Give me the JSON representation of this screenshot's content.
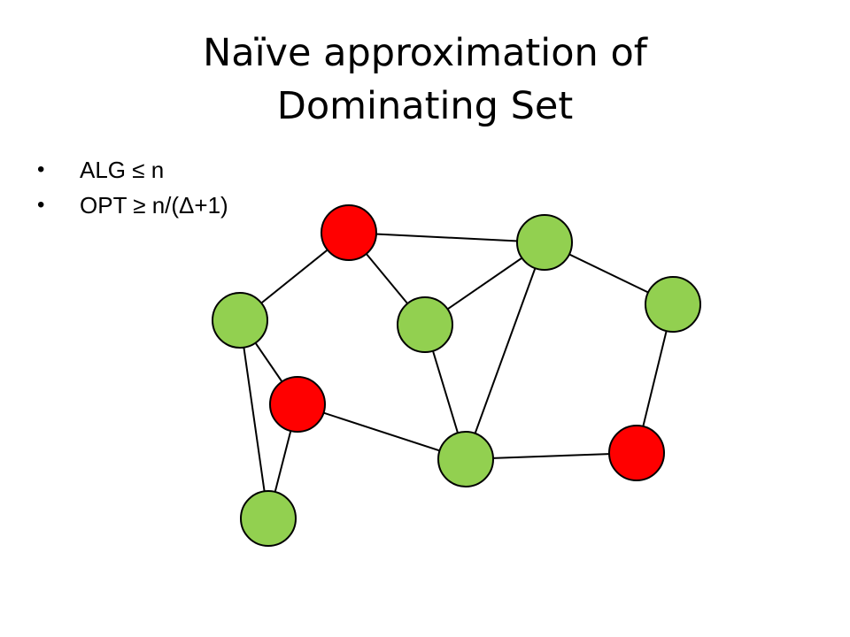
{
  "slide": {
    "title_line1": "Naïve approximation of",
    "title_line2": "Dominating Set",
    "bullets": [
      {
        "text": "ALG  ≤ n"
      },
      {
        "text": "OPT ≥ n/(Δ+1)"
      }
    ]
  },
  "graph": {
    "colors": {
      "dominating": "#ff0000",
      "other": "#92d050",
      "edge": "#000000"
    },
    "nodes": [
      {
        "id": "n1",
        "role": "dominating"
      },
      {
        "id": "n2",
        "role": "other"
      },
      {
        "id": "n3",
        "role": "other"
      },
      {
        "id": "n4",
        "role": "other"
      },
      {
        "id": "n5",
        "role": "other"
      },
      {
        "id": "n6",
        "role": "dominating"
      },
      {
        "id": "n7",
        "role": "other"
      },
      {
        "id": "n8",
        "role": "dominating"
      },
      {
        "id": "n9",
        "role": "other"
      }
    ],
    "edges": [
      [
        "n1",
        "n2"
      ],
      [
        "n1",
        "n3"
      ],
      [
        "n1",
        "n4"
      ],
      [
        "n2",
        "n4"
      ],
      [
        "n2",
        "n7"
      ],
      [
        "n2",
        "n5"
      ],
      [
        "n3",
        "n6"
      ],
      [
        "n3",
        "n9"
      ],
      [
        "n6",
        "n7"
      ],
      [
        "n6",
        "n9"
      ],
      [
        "n4",
        "n7"
      ],
      [
        "n5",
        "n8"
      ],
      [
        "n7",
        "n8"
      ]
    ]
  }
}
